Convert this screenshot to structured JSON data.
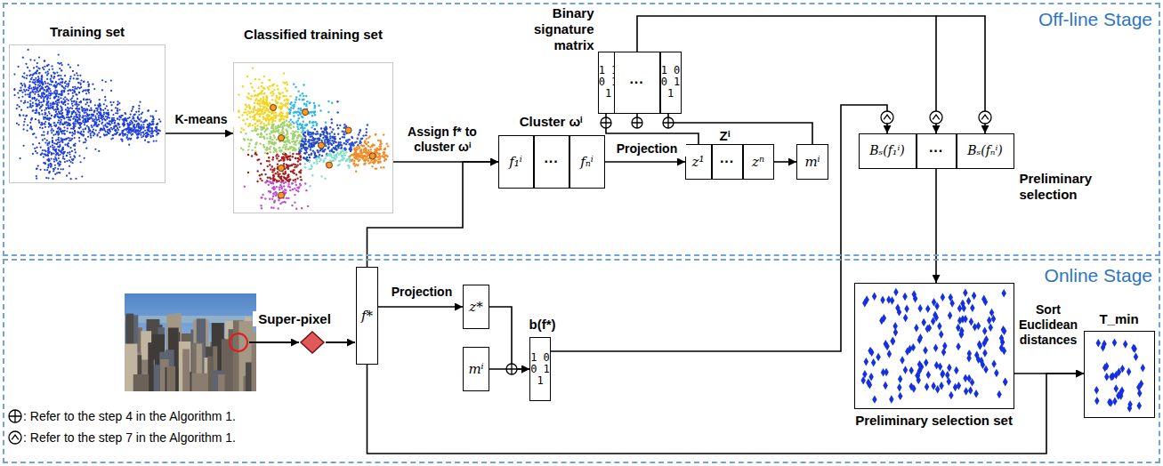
{
  "diagram": {
    "nodes": [
      {
        "text": [
          "Off-line Stage"
        ]
      },
      {
        "text": [
          "Training set"
        ],
        "in": 0
      },
      {
        "text": [
          "Classified training set"
        ],
        "in": 0
      },
      {
        "text": [
          "Cluster ωⁱ"
        ],
        "in": 0
      },
      {
        "text": [
          "f₁ⁱ"
        ],
        "in": 3
      },
      {
        "text": [
          "···"
        ],
        "in": 3
      },
      {
        "text": [
          "fₙⁱ"
        ],
        "in": 3
      },
      {
        "text": [
          "Zⁱ"
        ],
        "in": 0
      },
      {
        "text": [
          "z¹"
        ],
        "in": 7
      },
      {
        "text": [
          "···"
        ],
        "in": 7
      },
      {
        "text": [
          "zⁿ"
        ],
        "in": 7
      },
      {
        "text": [
          "mⁱ"
        ],
        "in": 0
      },
      {
        "text": [
          "Binary signature matrix"
        ],
        "in": 0
      },
      {
        "text": [
          "1 1 0 1 1"
        ],
        "in": 12
      },
      {
        "text": [
          "···"
        ],
        "in": 12
      },
      {
        "text": [
          "1 0 0 1 1"
        ],
        "in": 12
      },
      {
        "text": [
          "Preliminary selection"
        ],
        "in": 0
      },
      {
        "text": [
          "Bₛ(f₁ⁱ)"
        ],
        "in": 16
      },
      {
        "text": [
          "···"
        ],
        "in": 16
      },
      {
        "text": [
          "Bₛ(fₙⁱ)"
        ],
        "in": 16
      },
      {
        "text": [
          "Online Stage"
        ]
      },
      {
        "text": [
          "f*"
        ],
        "in": 20
      },
      {
        "text": [
          "z*"
        ],
        "in": 20
      },
      {
        "text": [
          "mⁱ"
        ],
        "in": 20
      },
      {
        "text": [
          "b(f*)",
          "1 0 0 1 1"
        ],
        "in": 20
      },
      {
        "text": [
          "Preliminary selection set"
        ],
        "in": 20
      },
      {
        "text": [
          "T_min"
        ],
        "in": 20
      }
    ],
    "edges": [
      {
        "from": 1,
        "to": 2,
        "label": "K-means",
        "arrow": "to"
      },
      {
        "from": 2,
        "to": 3,
        "label": "Assign f* to cluster ωⁱ",
        "arrow": "to"
      },
      {
        "from": 21,
        "to": 3,
        "arrow": "to"
      },
      {
        "from": 3,
        "to": 7,
        "label": "Projection",
        "arrow": "to"
      },
      {
        "from": 10,
        "to": 11,
        "arrow": "to"
      },
      {
        "from": 7,
        "to": 12,
        "arrow": "none"
      },
      {
        "from": 11,
        "to": 12,
        "arrow": "none"
      },
      {
        "from": 12,
        "to": 16,
        "arrow": "to"
      },
      {
        "from": 24,
        "to": 16,
        "arrow": "to"
      },
      {
        "from": 21,
        "to": 22,
        "label": "Projection",
        "arrow": "to"
      },
      {
        "from": 22,
        "to": 24,
        "arrow": "to"
      },
      {
        "from": 23,
        "to": 24,
        "arrow": "to"
      },
      {
        "from": 16,
        "to": 25,
        "arrow": "to"
      },
      {
        "from": 25,
        "to": 26,
        "label": "Sort Euclidean distances",
        "arrow": "to"
      },
      {
        "from": 21,
        "to": 26,
        "arrow": "to"
      }
    ],
    "labels": [
      "Super-pixel"
    ],
    "legend": [
      {
        "text": ": Refer to the step 4 in the Algorithm 1."
      },
      {
        "text": ": Refer to the step 7 in the Algorithm 1."
      }
    ]
  }
}
